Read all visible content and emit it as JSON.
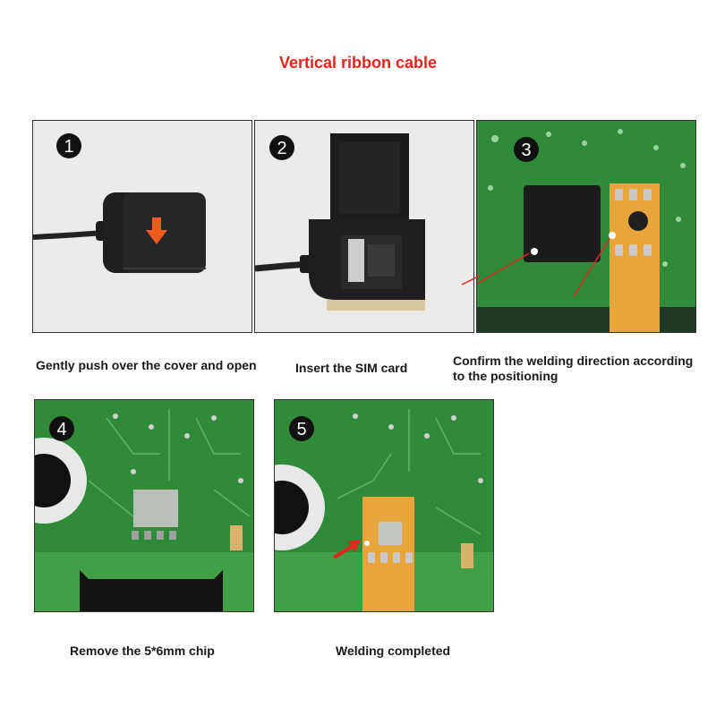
{
  "title": "Vertical ribbon cable",
  "steps": [
    {
      "number": "1",
      "caption": "Gently push over the cover and open"
    },
    {
      "number": "2",
      "caption": "Insert the SIM card"
    },
    {
      "number": "3",
      "caption": "Confirm the welding direction according to the positioning"
    },
    {
      "number": "4",
      "caption": "Remove the 5*6mm chip"
    },
    {
      "number": "5",
      "caption": "Welding completed"
    }
  ],
  "colors": {
    "title": "#e8231c",
    "pcb_green": "#2f8a3a",
    "flex_cable": "#e8a53a",
    "arrow": "#e5261f",
    "badge": "#111111"
  }
}
